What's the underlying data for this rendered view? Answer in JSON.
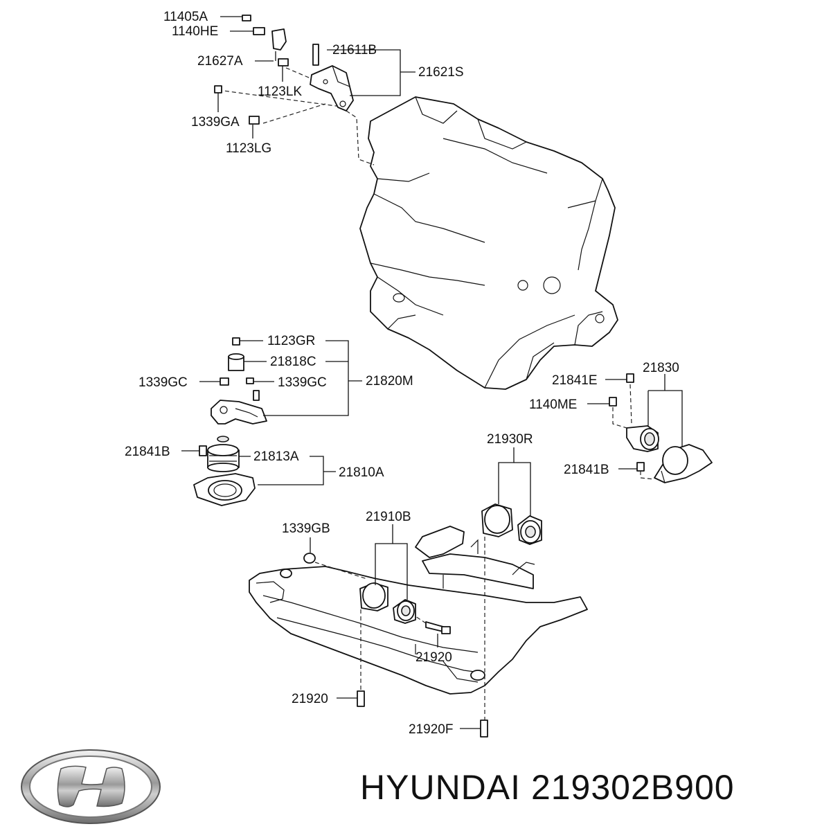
{
  "diagram": {
    "callouts": [
      {
        "id": "c1",
        "text": "11405A"
      },
      {
        "id": "c2",
        "text": "1140HE"
      },
      {
        "id": "c3",
        "text": "21627A"
      },
      {
        "id": "c4",
        "text": "21611B"
      },
      {
        "id": "c5",
        "text": "21621S"
      },
      {
        "id": "c6",
        "text": "1123LK"
      },
      {
        "id": "c7",
        "text": "1339GA"
      },
      {
        "id": "c8",
        "text": "1123LG"
      },
      {
        "id": "c9",
        "text": "1123GR"
      },
      {
        "id": "c10",
        "text": "21818C"
      },
      {
        "id": "c11",
        "text": "1339GC"
      },
      {
        "id": "c12",
        "text": "1339GC"
      },
      {
        "id": "c13",
        "text": "21820M"
      },
      {
        "id": "c14",
        "text": "21841B"
      },
      {
        "id": "c15",
        "text": "21813A"
      },
      {
        "id": "c16",
        "text": "21810A"
      },
      {
        "id": "c17",
        "text": "21841E"
      },
      {
        "id": "c18",
        "text": "21830"
      },
      {
        "id": "c19",
        "text": "1140ME"
      },
      {
        "id": "c20",
        "text": "21841B"
      },
      {
        "id": "c21",
        "text": "21930R"
      },
      {
        "id": "c22",
        "text": "1339GB"
      },
      {
        "id": "c23",
        "text": "21910B"
      },
      {
        "id": "c24",
        "text": "21920"
      },
      {
        "id": "c25",
        "text": "21920"
      },
      {
        "id": "c26",
        "text": "21920F"
      }
    ]
  },
  "footer": {
    "brand": "HYUNDAI",
    "part_number": "219302B900",
    "logo_icon": "hyundai-logo-icon"
  }
}
